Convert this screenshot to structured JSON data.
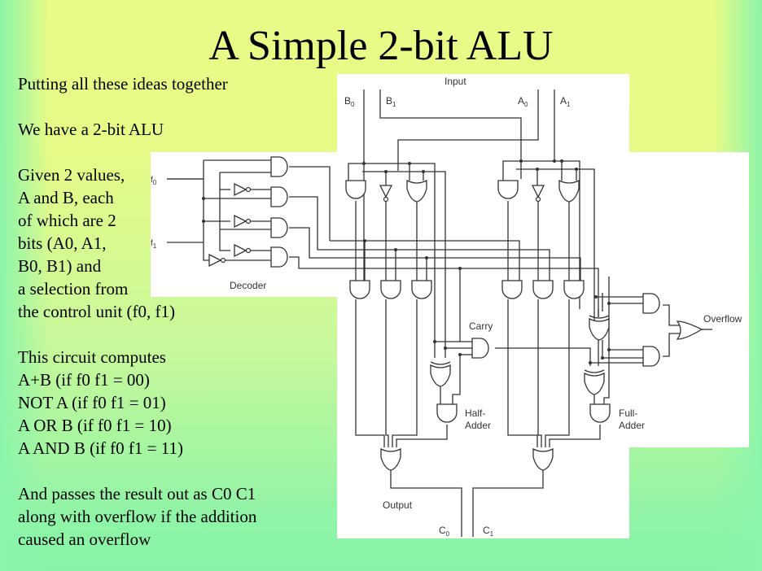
{
  "slide": {
    "title": "A Simple 2-bit ALU",
    "body": [
      "Putting all these ideas together",
      "",
      "We have a 2-bit ALU",
      "",
      "Given 2 values,",
      "A and B, each",
      "of which are 2",
      "bits (A0, A1,",
      "B0, B1) and",
      "a selection from",
      "the control unit (f0, f1)",
      "",
      "This circuit computes",
      "A+B (if f0 f1 = 00)",
      "NOT A (if f0 f1 = 01)",
      "A OR B (if f0 f1 = 10)",
      "A AND B (if f0 f1 = 11)",
      "",
      "And passes the result out as C0 C1",
      "along with overflow if the addition",
      "caused an overflow"
    ]
  },
  "diagram": {
    "labels": {
      "input": "Input",
      "b0": "B",
      "b1": "B",
      "a0": "A",
      "a1": "A",
      "sub0": "0",
      "sub1": "1",
      "f0": "f",
      "f1": "f",
      "decoder": "Decoder",
      "carry": "Carry",
      "half_adder_1": "Half-",
      "half_adder_2": "Adder",
      "full_adder_1": "Full-",
      "full_adder_2": "Adder",
      "overflow": "Overflow",
      "output": "Output",
      "c0": "C",
      "c1": "C"
    }
  },
  "colors": {
    "background_top": "#e8fb86",
    "background_bottom": "#88f3a6",
    "wire": "#333333"
  }
}
